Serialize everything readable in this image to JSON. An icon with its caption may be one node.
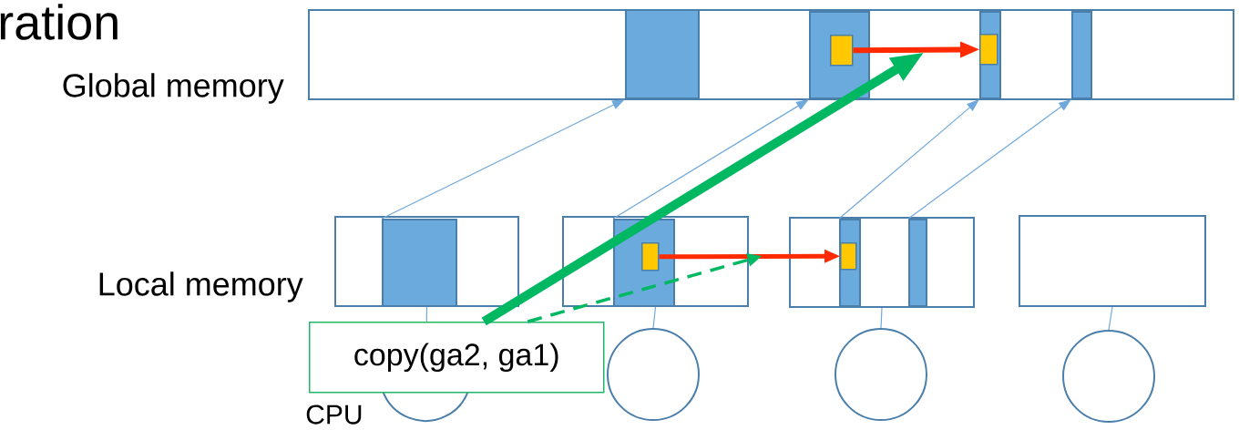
{
  "diagram": {
    "title": "ration",
    "nodes": [
      {
        "text": [],
        "shape": "box"
      },
      {
        "text": [],
        "shape": "bar",
        "in": 0
      },
      {
        "text": [],
        "shape": "bar",
        "in": 0
      },
      {
        "text": [],
        "shape": "box",
        "in": 2
      },
      {
        "text": [],
        "shape": "bar",
        "in": 0
      },
      {
        "text": [],
        "shape": "box",
        "in": 4
      },
      {
        "text": [],
        "shape": "bar",
        "in": 0
      },
      {
        "text": [],
        "shape": "box"
      },
      {
        "text": [],
        "shape": "bar",
        "in": 7
      },
      {
        "text": [],
        "shape": "box"
      },
      {
        "text": [],
        "shape": "bar",
        "in": 9
      },
      {
        "text": [],
        "shape": "box",
        "in": 10
      },
      {
        "text": [],
        "shape": "box"
      },
      {
        "text": [],
        "shape": "bar",
        "in": 12
      },
      {
        "text": [],
        "shape": "box",
        "in": 13
      },
      {
        "text": [],
        "shape": "bar",
        "in": 12
      },
      {
        "text": [],
        "shape": "box"
      },
      {
        "text": [],
        "shape": "circle"
      },
      {
        "text": [],
        "shape": "circle"
      },
      {
        "text": [],
        "shape": "circle"
      },
      {
        "text": [],
        "shape": "circle"
      },
      {
        "text": [
          "copy(ga2, ga1)"
        ]
      }
    ],
    "edges": [
      {
        "from": 8,
        "to": 1,
        "arrow": "to"
      },
      {
        "from": 10,
        "to": 2,
        "arrow": "to"
      },
      {
        "from": 13,
        "to": 4,
        "arrow": "to"
      },
      {
        "from": 15,
        "to": 6,
        "arrow": "to"
      },
      {
        "from": 3,
        "to": 5,
        "arrow": "to",
        "style": "thick",
        "color": "#ff2a00"
      },
      {
        "from": 11,
        "to": 14,
        "arrow": "to",
        "style": "thick",
        "color": "#ff2a00"
      },
      {
        "from": 21,
        "to": 0,
        "arrow": "to",
        "style": "thick",
        "color": "#00b862"
      },
      {
        "from": 21,
        "to": 9,
        "arrow": "to",
        "style": "dashed",
        "color": "#00b862"
      },
      {
        "from": 7,
        "to": 21,
        "arrow": "none"
      },
      {
        "from": 9,
        "to": 18,
        "arrow": "none"
      },
      {
        "from": 12,
        "to": 19,
        "arrow": "none"
      },
      {
        "from": 16,
        "to": 20,
        "arrow": "none"
      }
    ],
    "labels": [
      "Global memory",
      "Local memory",
      "CPU"
    ]
  }
}
